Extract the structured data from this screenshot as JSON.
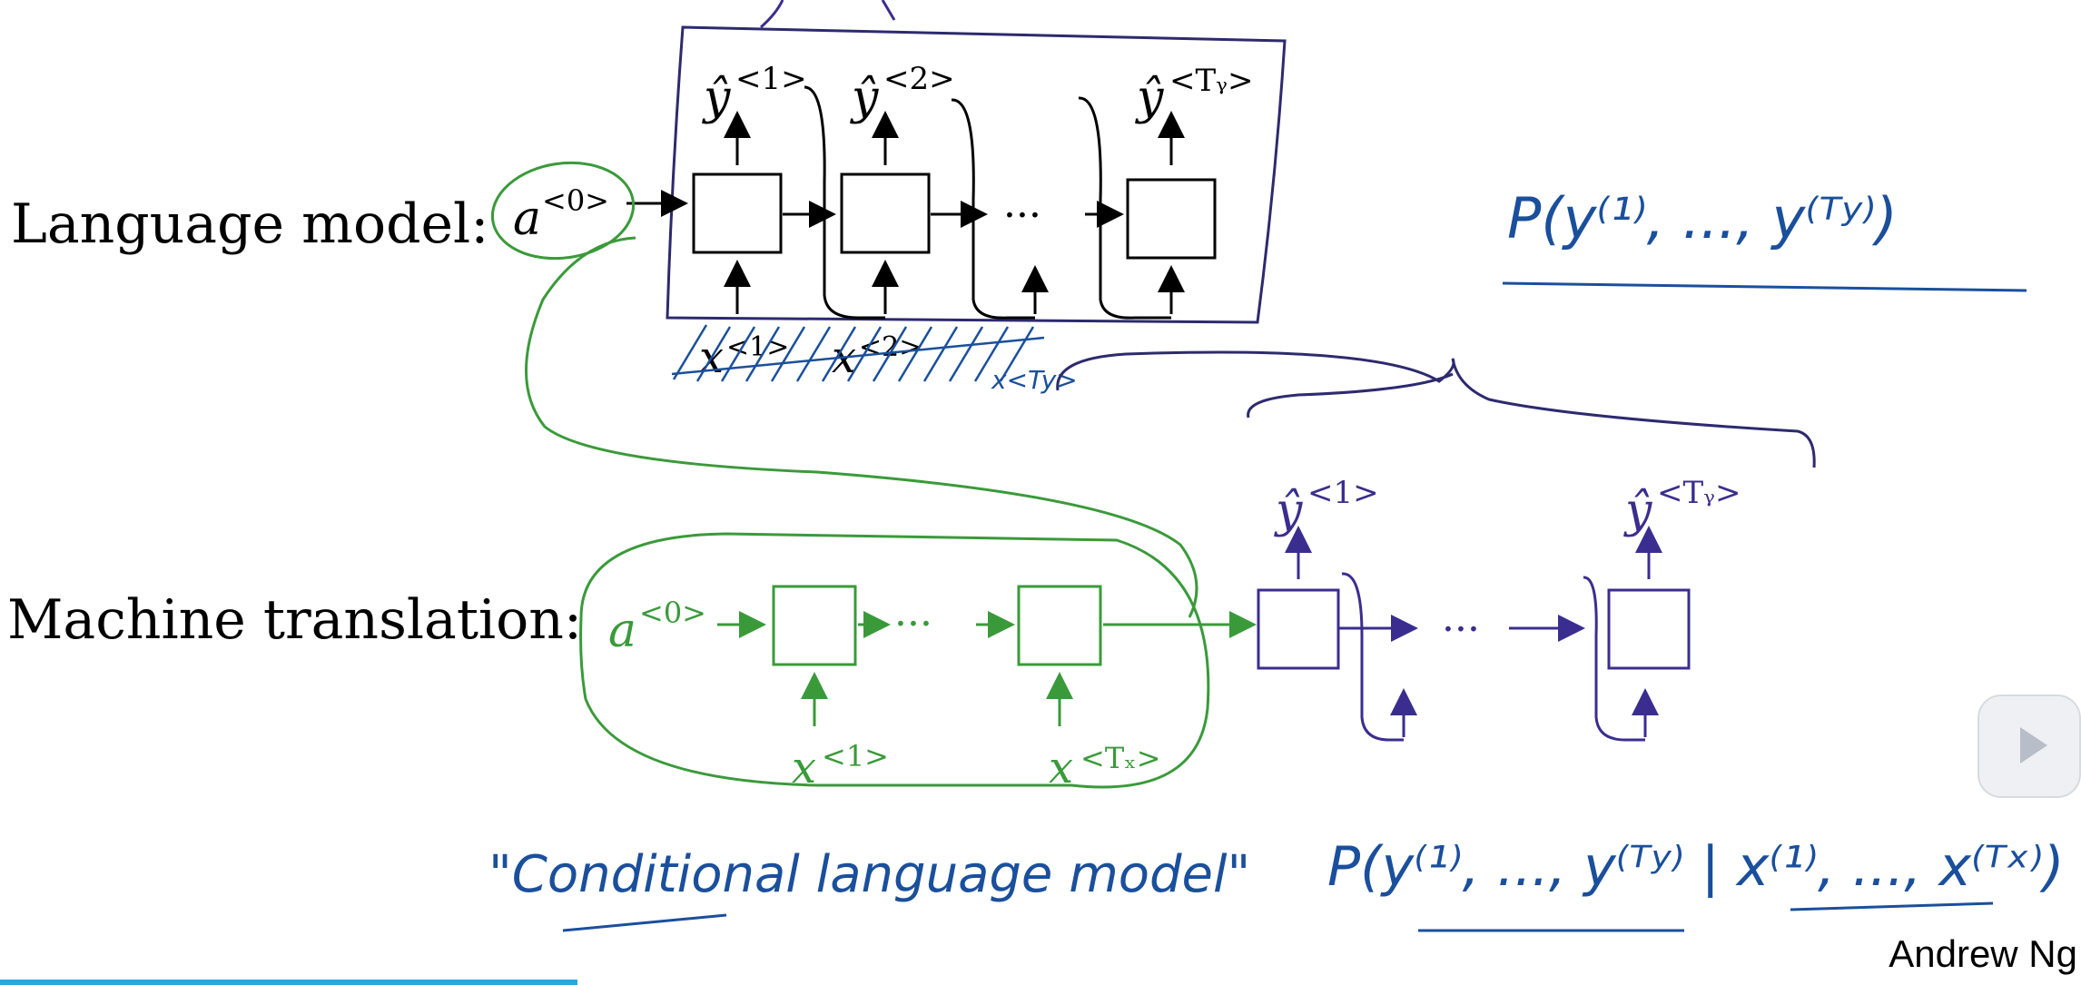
{
  "labels": {
    "language_model": "Language model:",
    "machine_translation": "Machine translation:"
  },
  "lm": {
    "outputs": [
      "ŷ",
      "ŷ",
      "ŷ"
    ],
    "output_sups": [
      "<1>",
      "<2>",
      "<Tᵧ>"
    ],
    "input_a0": "a",
    "input_a0_sup": "<0>",
    "inputs": [
      "x",
      "x"
    ],
    "input_sups": [
      "<1>",
      "<2>"
    ],
    "ellipsis": "···"
  },
  "mt": {
    "a0": "a",
    "a0_sup": "<0>",
    "encoder_inputs": [
      "x",
      "x"
    ],
    "encoder_input_sups": [
      "<1>",
      "<Tₓ>"
    ],
    "decoder_outputs": [
      "ŷ",
      "ŷ"
    ],
    "decoder_output_sups": [
      "<1>",
      "<Tᵧ>"
    ],
    "ellipsis": "···"
  },
  "annotations": {
    "lm_prob": "P(y⁽¹⁾, ..., y⁽ᵀʸ⁾)",
    "mt_prob": "P(y⁽¹⁾, ..., y⁽ᵀʸ⁾ | x⁽¹⁾, ..., x⁽ᵀˣ⁾)",
    "conditional": "\"Conditional language model\""
  },
  "footer": "Andrew Ng",
  "colors": {
    "ink": "#000000",
    "green": "#3a9a3a",
    "purple": "#3b2d8f",
    "blue": "#1a4f9c",
    "progress": "#29a8e0"
  }
}
